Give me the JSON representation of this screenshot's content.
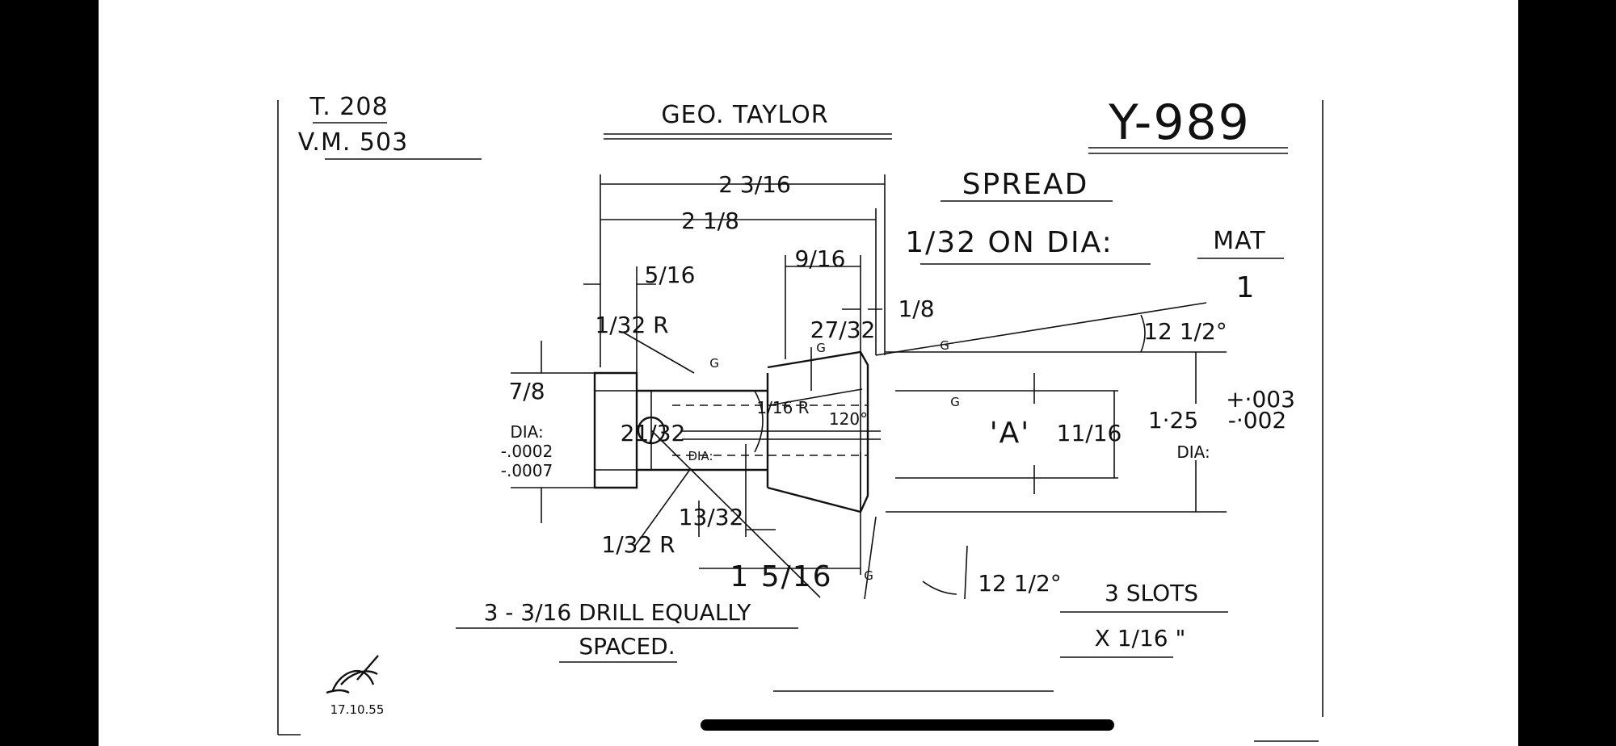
{
  "drawing": {
    "ref_code_1": "T. 208",
    "ref_code_2": "V.M. 503",
    "maker": "GEO. TAYLOR",
    "part_number": "Y-989",
    "spread_label": "SPREAD",
    "spread_value": "1/32 ON DIA:",
    "mat_label": "MAT",
    "mat_value": "1",
    "dims": {
      "overall_length": "2 3/16",
      "body_length": "2 1/8",
      "head_width": "5/16",
      "taper_length": "9/16",
      "nose_width": "1/8",
      "neck_position": "27/32",
      "head_radius": "1/32 R",
      "fillet_radius": "1/16 R",
      "cone_angle": "120°",
      "head_dia": "7/8",
      "head_dia_label": "DIA:",
      "head_dia_tol_1": "-.0002",
      "head_dia_tol_2": "-.0007",
      "neck_dia": "21/32",
      "neck_dia_label": "DIA:",
      "bottom_radius": "1/32 R",
      "drill_offset": "13/32",
      "slot_length": "1 5/16",
      "bore_label": "'A'",
      "bore_dia": "11/16",
      "taper_angle_top": "12 1/2°",
      "taper_angle_bottom": "12 1/2°",
      "outer_dia": "1·25",
      "outer_tol_plus": "+·003",
      "outer_tol_minus": "-·002",
      "outer_dia_label": "DIA:",
      "grind_mark": "G"
    },
    "note_drill_1": "3 - 3/16 DRILL EQUALLY",
    "note_drill_2": "SPACED.",
    "note_slots_1": "3 SLOTS",
    "note_slots_2": "X 1/16 \"",
    "signature_date": "17.10.55"
  }
}
